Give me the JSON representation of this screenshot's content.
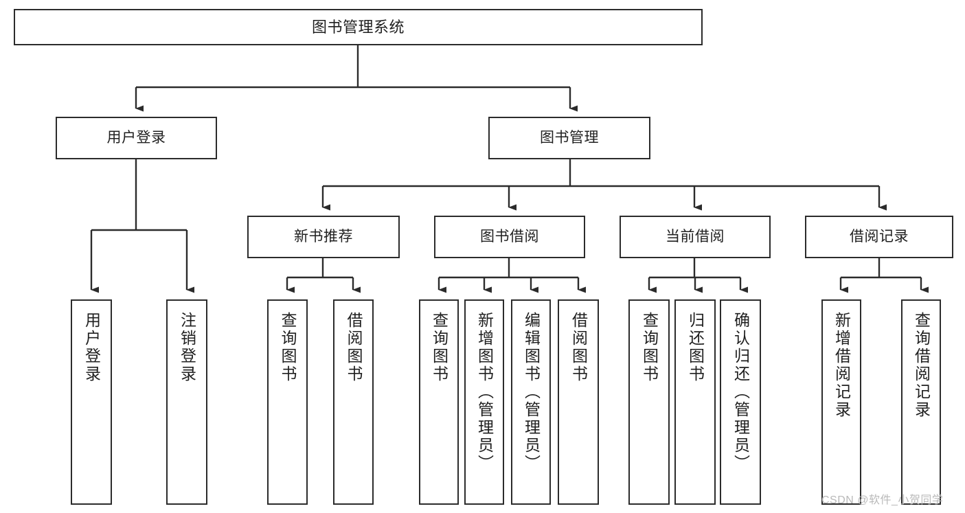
{
  "diagram": {
    "type": "tree-hierarchy",
    "title": "图书管理系统",
    "watermark": "CSDN @软件_小贺同学",
    "colors": {
      "box_border": "#2b2b2b",
      "box_fill": "#ffffff",
      "connector": "#2b2b2b",
      "text": "#1f1f1f",
      "watermark": "#b9b9b9",
      "background": "#ffffff"
    },
    "nodes": {
      "root": {
        "label": "图书管理系统",
        "level": 1,
        "orientation": "horizontal"
      },
      "l2": [
        {
          "id": "user-login",
          "label": "用户登录",
          "level": 2,
          "orientation": "horizontal"
        },
        {
          "id": "book-manage",
          "label": "图书管理",
          "level": 2,
          "orientation": "horizontal"
        }
      ],
      "l3": [
        {
          "id": "new-book-rec",
          "label": "新书推荐",
          "level": 3,
          "orientation": "horizontal",
          "parent": "book-manage"
        },
        {
          "id": "book-borrow",
          "label": "图书借阅",
          "level": 3,
          "orientation": "horizontal",
          "parent": "book-manage"
        },
        {
          "id": "current-borrow",
          "label": "当前借阅",
          "level": 3,
          "orientation": "horizontal",
          "parent": "book-manage"
        },
        {
          "id": "borrow-record",
          "label": "借阅记录",
          "level": 3,
          "orientation": "horizontal",
          "parent": "book-manage"
        }
      ],
      "leaves": [
        {
          "id": "leaf-user-login",
          "label": "用户登录",
          "parent": "user-login",
          "orientation": "vertical"
        },
        {
          "id": "leaf-user-logout",
          "label": "注销登录",
          "parent": "user-login",
          "orientation": "vertical"
        },
        {
          "id": "leaf-query-book-rec",
          "label": "查询图书",
          "parent": "new-book-rec",
          "orientation": "vertical"
        },
        {
          "id": "leaf-borrow-book-rec",
          "label": "借阅图书",
          "parent": "new-book-rec",
          "orientation": "vertical"
        },
        {
          "id": "leaf-query-book-borrow",
          "label": "查询图书",
          "parent": "book-borrow",
          "orientation": "vertical"
        },
        {
          "id": "leaf-add-book",
          "label": "新增图书（管理员）",
          "parent": "book-borrow",
          "orientation": "vertical"
        },
        {
          "id": "leaf-edit-book",
          "label": "编辑图书（管理员）",
          "parent": "book-borrow",
          "orientation": "vertical"
        },
        {
          "id": "leaf-borrow-book",
          "label": "借阅图书",
          "parent": "book-borrow",
          "orientation": "vertical"
        },
        {
          "id": "leaf-query-book-current",
          "label": "查询图书",
          "parent": "current-borrow",
          "orientation": "vertical"
        },
        {
          "id": "leaf-return-book",
          "label": "归还图书",
          "parent": "current-borrow",
          "orientation": "vertical"
        },
        {
          "id": "leaf-confirm-return",
          "label": "确认归还（管理员）",
          "parent": "current-borrow",
          "orientation": "vertical"
        },
        {
          "id": "leaf-add-record",
          "label": "新增借阅记录",
          "parent": "borrow-record",
          "orientation": "vertical"
        },
        {
          "id": "leaf-query-record",
          "label": "查询借阅记录",
          "parent": "borrow-record",
          "orientation": "vertical"
        }
      ]
    }
  }
}
